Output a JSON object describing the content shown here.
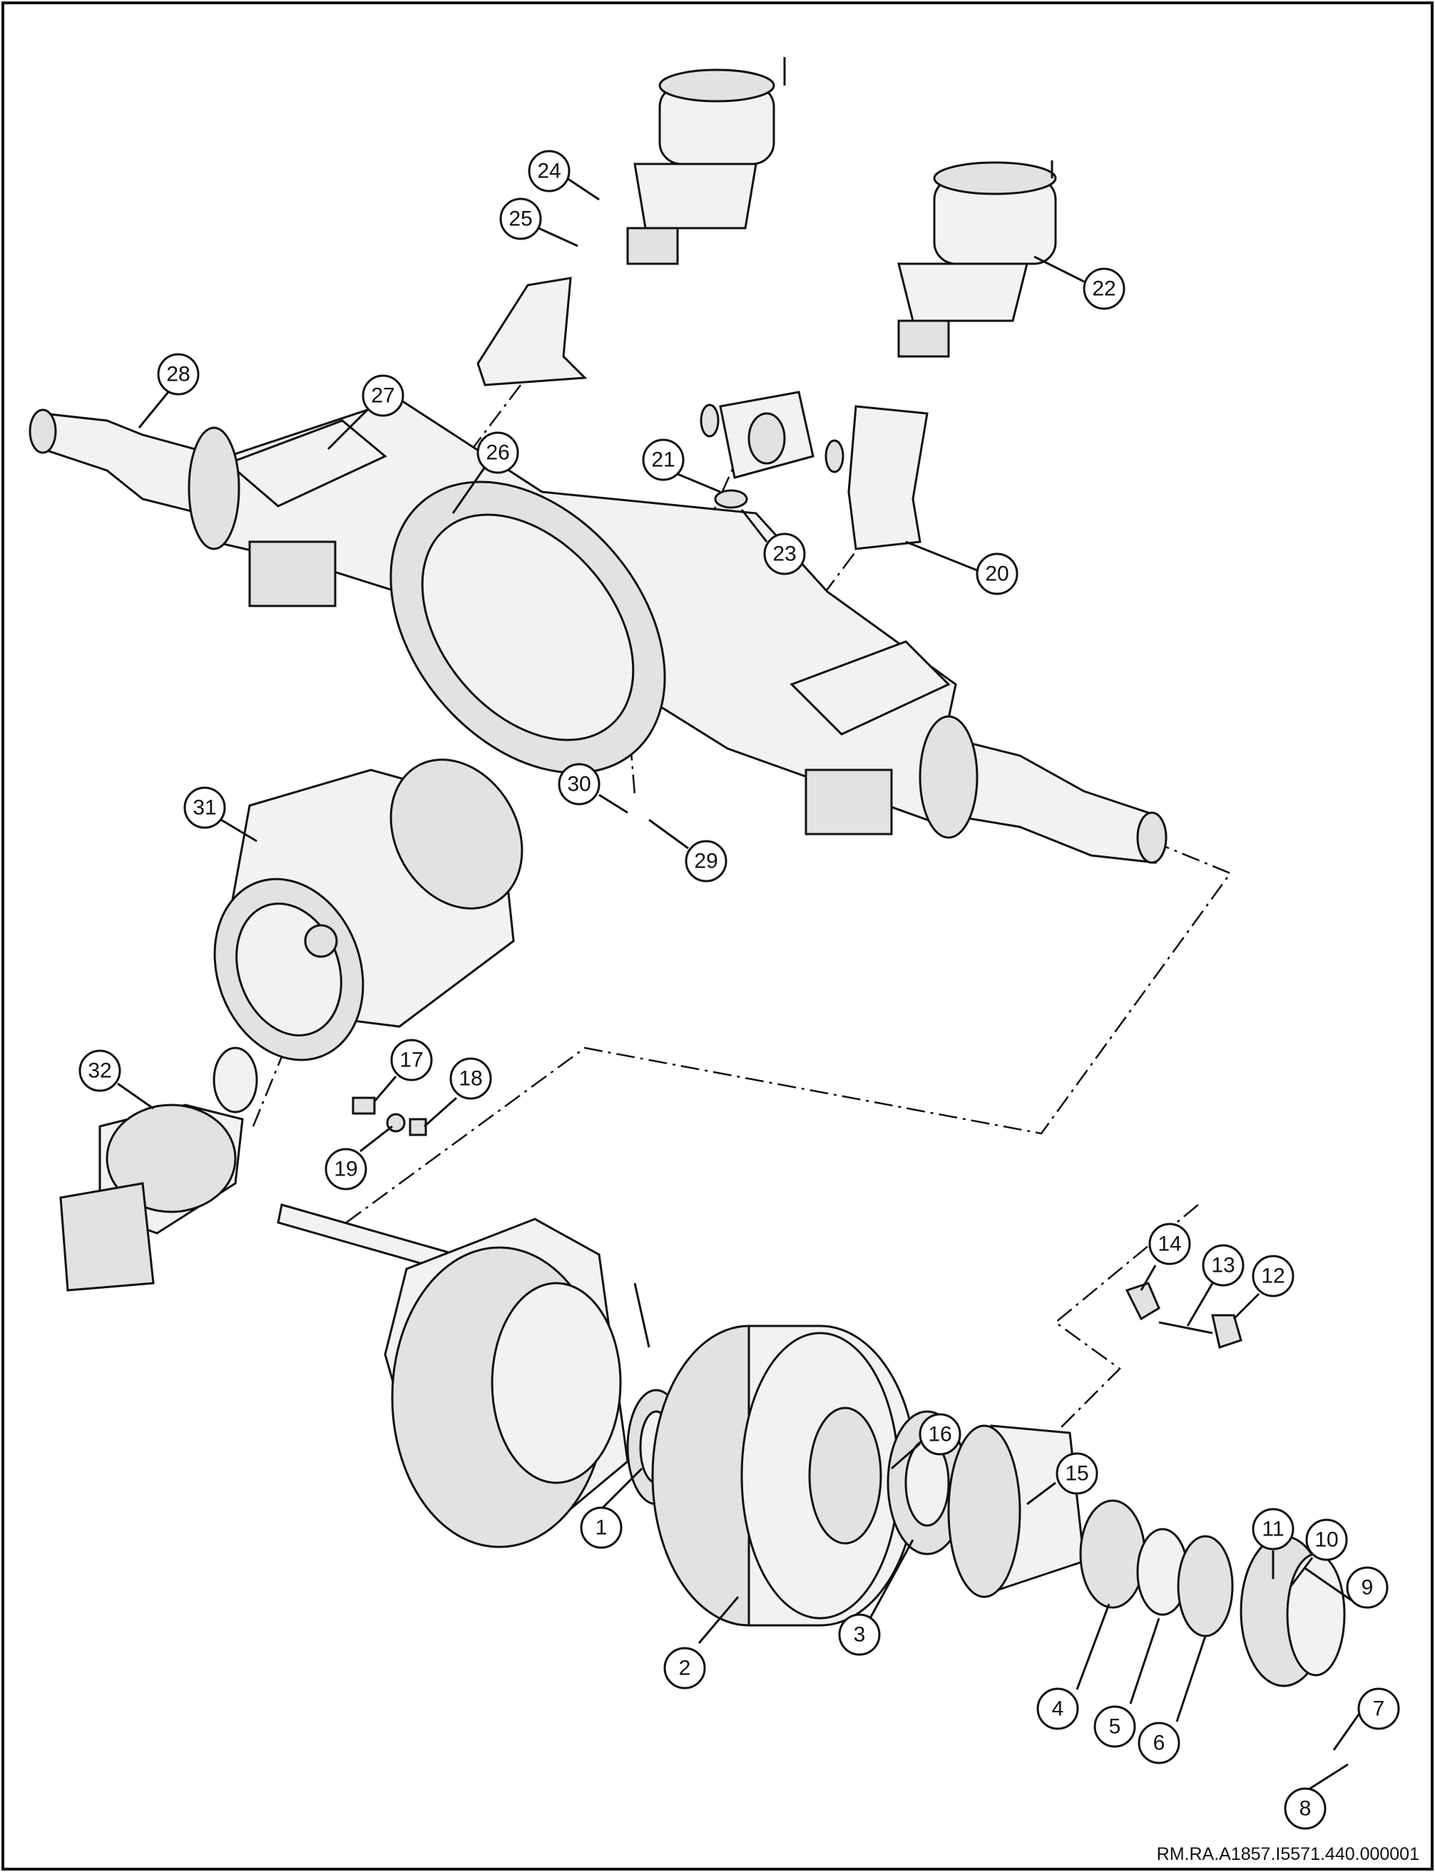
{
  "diagram": {
    "reference_code": "RM.RA.A1857.I5571.440.000001",
    "callouts": [
      "1",
      "2",
      "3",
      "4",
      "5",
      "6",
      "7",
      "8",
      "9",
      "10",
      "11",
      "12",
      "13",
      "14",
      "15",
      "16",
      "17",
      "18",
      "19",
      "20",
      "21",
      "22",
      "23",
      "24",
      "25",
      "26",
      "27",
      "28",
      "29",
      "30",
      "31",
      "32"
    ]
  }
}
